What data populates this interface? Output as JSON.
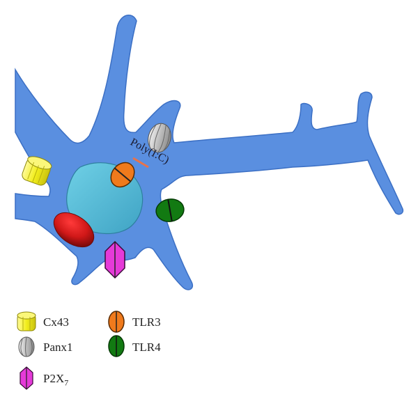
{
  "figure": {
    "ligand_label": "Poly(I:C)",
    "colors": {
      "cell": "#5a8fe0",
      "cell_edge": "#3b6fc4",
      "nucleus": "#52b8d6",
      "cx43": "#f2ee1c",
      "panx1": "#b9b9b9",
      "tlr3": "#f07a1c",
      "tlr4": "#127a12",
      "p2x7": "#e53ad8",
      "red_organelle": "#d01818",
      "ligand_line": "#e8734a"
    }
  },
  "legend": {
    "items": [
      {
        "id": "cx43",
        "label": "Cx43",
        "icon": "connexin-hemichannel-icon"
      },
      {
        "id": "panx1",
        "label": "Panx1",
        "icon": "pannexin-channel-icon"
      },
      {
        "id": "p2x7",
        "label": "P2X",
        "subscript": "7",
        "icon": "p2x7-receptor-icon"
      },
      {
        "id": "tlr3",
        "label": "TLR3",
        "icon": "tlr3-receptor-icon"
      },
      {
        "id": "tlr4",
        "label": "TLR4",
        "icon": "tlr4-receptor-icon"
      }
    ]
  }
}
